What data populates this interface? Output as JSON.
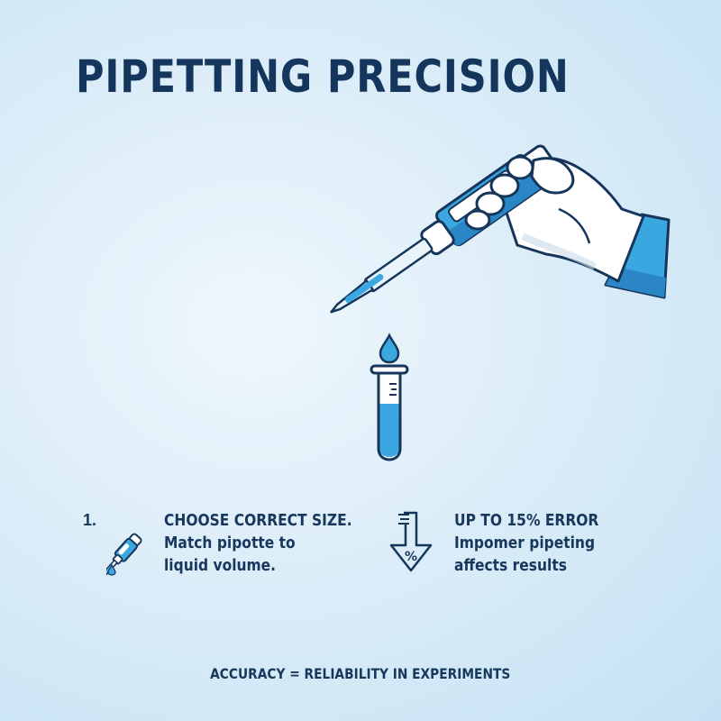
{
  "title": "PIPETTING PRECISION",
  "illustration": {
    "description": "gloved hand holding pipette dispensing drop into test tube",
    "icons": [
      "gloved-hand-icon",
      "pipette-icon",
      "droplet-icon",
      "test-tube-icon"
    ]
  },
  "features": [
    {
      "number": "1.",
      "icon": "pipette-icon",
      "heading": "CHOOSE CORRECT SIZE.",
      "lines": [
        "Match pipotte to",
        "liquid volume."
      ]
    },
    {
      "number": "",
      "icon": "percent-down-arrow-icon",
      "heading": "UP TO 15% ERROR",
      "lines": [
        "Impomer pipeting",
        "affects results"
      ]
    }
  ],
  "footer": "ACCURACY = RELIABILITY IN EXPERIMENTS",
  "colors": {
    "title": "#14355c",
    "accent_blue": "#3aa7e0",
    "accent_dark_blue": "#2b86c6",
    "outline": "#16355a",
    "background_light": "#eef7fd",
    "background_edge": "#c4e2f4"
  }
}
